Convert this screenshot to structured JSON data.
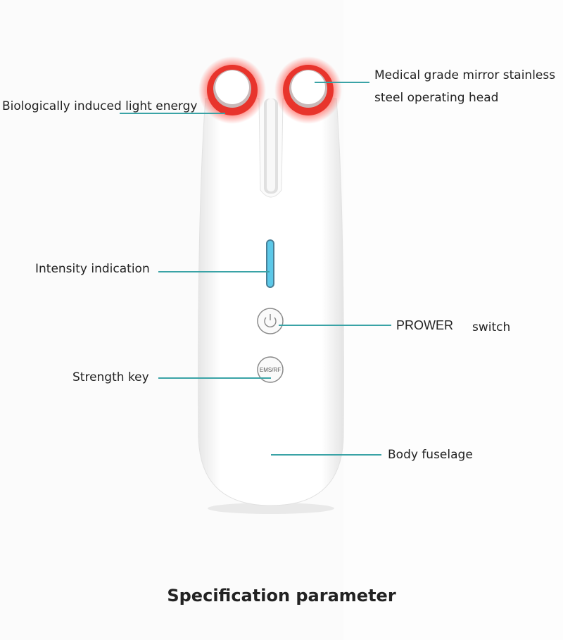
{
  "labels": {
    "light_energy": "Biologically induced light energy",
    "operating_head_line1": "Medical grade mirror stainless",
    "operating_head_line2": "steel operating head",
    "intensity": "Intensity indication",
    "power_a": "PROWER",
    "power_b": "switch",
    "strength": "Strength key",
    "body": "Body fuselage"
  },
  "device": {
    "strength_key_text": "EMS/RF"
  },
  "title": "Specification parameter",
  "colors": {
    "leader_line": "#3aa3a6",
    "light_red": "#e8342c",
    "indicator": "#5cc8e8"
  }
}
